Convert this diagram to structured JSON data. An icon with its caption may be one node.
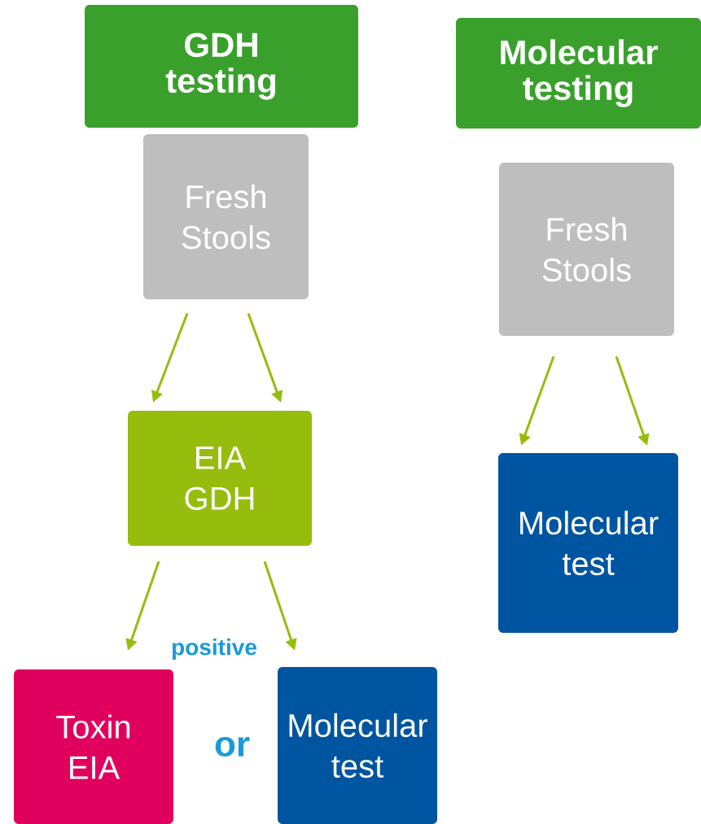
{
  "diagram": {
    "nodes": [
      {
        "text": [
          "GDH testing"
        ]
      },
      {
        "text": [
          "Fresh Stools"
        ]
      },
      {
        "text": [
          "EIA GDH"
        ]
      },
      {
        "text": [
          "Toxin EIA"
        ]
      },
      {
        "text": [
          "Molecular test"
        ]
      },
      {
        "text": [
          "Molecular testing"
        ]
      },
      {
        "text": [
          "Fresh Stools"
        ]
      },
      {
        "text": [
          "Molecular test"
        ]
      }
    ],
    "edges": [
      {
        "from": 1,
        "to": 2,
        "arrow": "to"
      },
      {
        "from": 1,
        "to": 2,
        "arrow": "to"
      },
      {
        "from": 2,
        "to": 3,
        "arrow": "to"
      },
      {
        "from": 2,
        "to": 4,
        "arrow": "to"
      },
      {
        "from": 6,
        "to": 7,
        "arrow": "to"
      },
      {
        "from": 6,
        "to": 7,
        "arrow": "to"
      }
    ],
    "labels": [
      "positive",
      "or"
    ]
  }
}
